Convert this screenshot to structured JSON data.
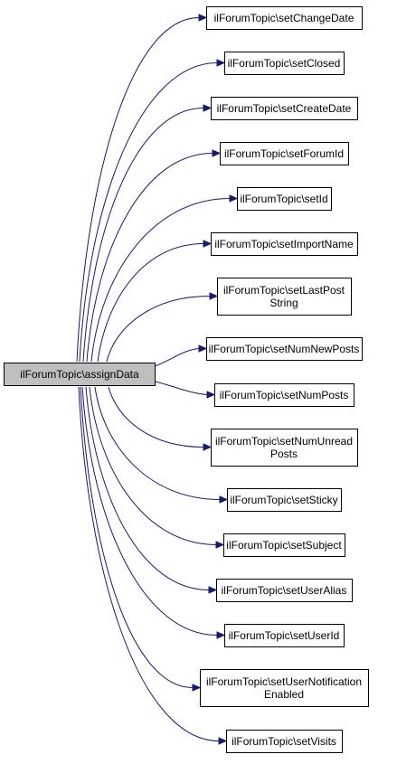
{
  "graph": {
    "root": {
      "label": "ilForumTopic\\assignData"
    },
    "edge_color": "#191970",
    "root_fill": "#bfbfbf",
    "callees": [
      {
        "id": "setChangeDate",
        "lines": [
          "ilForumTopic\\setChangeDate"
        ]
      },
      {
        "id": "setClosed",
        "lines": [
          "ilForumTopic\\setClosed"
        ]
      },
      {
        "id": "setCreateDate",
        "lines": [
          "ilForumTopic\\setCreateDate"
        ]
      },
      {
        "id": "setForumId",
        "lines": [
          "ilForumTopic\\setForumId"
        ]
      },
      {
        "id": "setId",
        "lines": [
          "ilForumTopic\\setId"
        ]
      },
      {
        "id": "setImportName",
        "lines": [
          "ilForumTopic\\setImportName"
        ]
      },
      {
        "id": "setLastPostString",
        "lines": [
          "ilForumTopic\\setLastPost",
          "String"
        ]
      },
      {
        "id": "setNumNewPosts",
        "lines": [
          "ilForumTopic\\setNumNewPosts"
        ]
      },
      {
        "id": "setNumPosts",
        "lines": [
          "ilForumTopic\\setNumPosts"
        ]
      },
      {
        "id": "setNumUnreadPosts",
        "lines": [
          "ilForumTopic\\setNumUnread",
          "Posts"
        ]
      },
      {
        "id": "setSticky",
        "lines": [
          "ilForumTopic\\setSticky"
        ]
      },
      {
        "id": "setSubject",
        "lines": [
          "ilForumTopic\\setSubject"
        ]
      },
      {
        "id": "setUserAlias",
        "lines": [
          "ilForumTopic\\setUserAlias"
        ]
      },
      {
        "id": "setUserId",
        "lines": [
          "ilForumTopic\\setUserId"
        ]
      },
      {
        "id": "setUserNotificationEnabled",
        "lines": [
          "ilForumTopic\\setUserNotification",
          "Enabled"
        ]
      },
      {
        "id": "setVisits",
        "lines": [
          "ilForumTopic\\setVisits"
        ]
      }
    ]
  }
}
